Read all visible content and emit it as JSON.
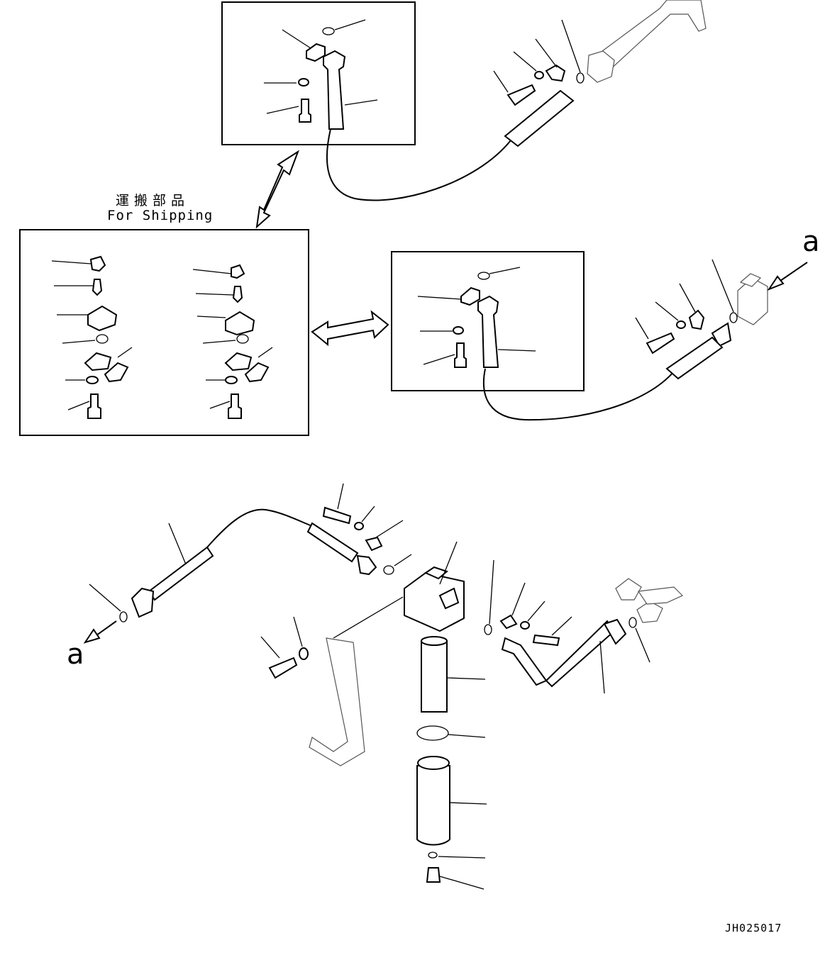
{
  "shipping_label": {
    "japanese": "運搬部品",
    "english": "For Shipping"
  },
  "view_markers": {
    "right": "a",
    "left": "a"
  },
  "drawing_code": "JH025017"
}
